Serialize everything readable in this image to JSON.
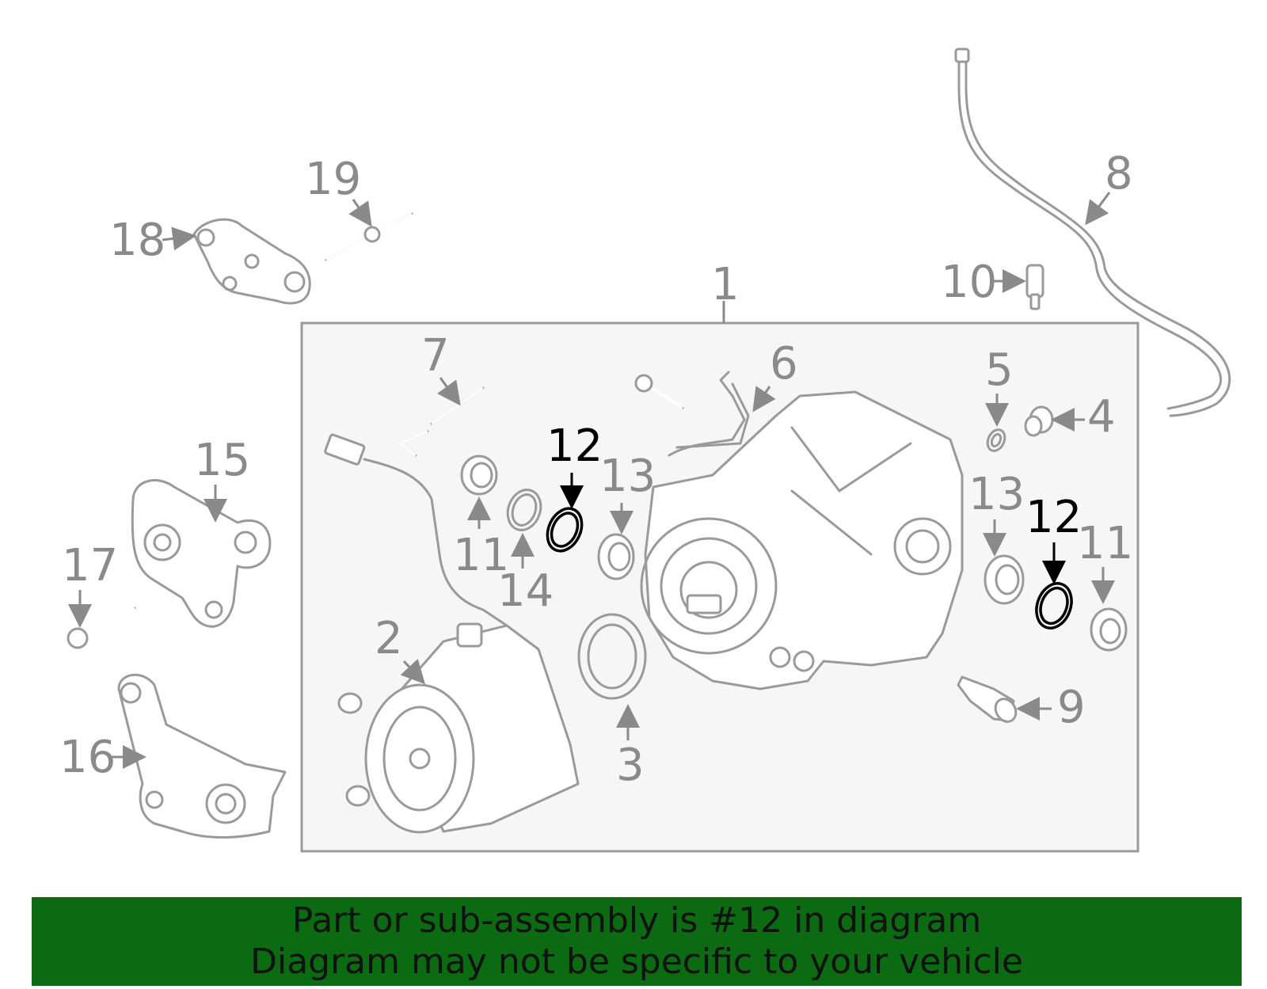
{
  "callouts": {
    "c1": "1",
    "c2": "2",
    "c3": "3",
    "c4": "4",
    "c5": "5",
    "c6": "6",
    "c7": "7",
    "c8": "8",
    "c9": "9",
    "c10": "10",
    "c11a": "11",
    "c11b": "11",
    "c12a": "12",
    "c12b": "12",
    "c13a": "13",
    "c13b": "13",
    "c14": "14",
    "c15": "15",
    "c16": "16",
    "c17": "17",
    "c18": "18",
    "c19": "19"
  },
  "highlighted_part": "12",
  "colors": {
    "banner_bg": "#0c6b12",
    "part_line": "#9a9a9a",
    "label_gray": "#8a8a8a",
    "highlight": "#000000",
    "assembly_box_fill": "#f6f6f6"
  },
  "banner": {
    "line1": "Part or sub-assembly is #12 in diagram",
    "line2": "Diagram may not be specific to your vehicle"
  }
}
